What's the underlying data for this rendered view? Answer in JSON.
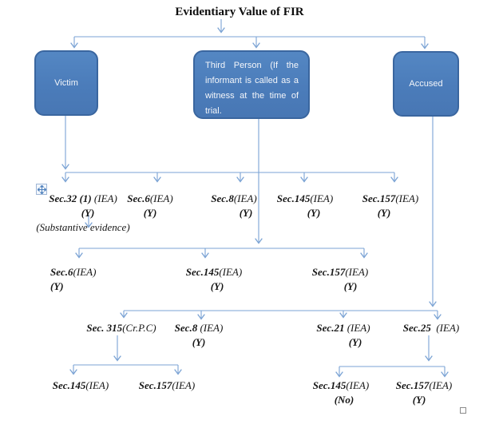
{
  "title": "Evidentiary Value of FIR",
  "boxes": {
    "victim": "Victim",
    "third_person": "Third Person (If the informant is called as a witness at the time of trial.",
    "accused": "Accused"
  },
  "victim_row": [
    {
      "sec": "Sec.32 (1)",
      "ref": " (IEA)",
      "result": "(Y)",
      "note": "(Substantive evidence)"
    },
    {
      "sec": "Sec.6",
      "ref": "(IEA)",
      "result": "(Y)"
    },
    {
      "sec": "Sec.8",
      "ref": "(IEA)",
      "result": "(Y)"
    },
    {
      "sec": "Sec.145",
      "ref": "(IEA)",
      "result": "(Y)"
    },
    {
      "sec": "Sec.157",
      "ref": "(IEA)",
      "result": "(Y)"
    }
  ],
  "third_person_row": [
    {
      "sec": "Sec.6",
      "ref": "(IEA)",
      "result": "(Y)"
    },
    {
      "sec": "Sec.145",
      "ref": "(IEA)",
      "result": "(Y)"
    },
    {
      "sec": "Sec.157",
      "ref": "(IEA)",
      "result": "(Y)"
    }
  ],
  "accused_row": [
    {
      "sec": "Sec. 315",
      "ref": "(Cr.P.C)"
    },
    {
      "sec": "Sec.8",
      "ref": " (IEA)",
      "result": "(Y)"
    },
    {
      "sec": "Sec.21",
      "ref": " (IEA)",
      "result": "(Y)"
    },
    {
      "sec": "Sec.25",
      "ref": "  (IEA)"
    }
  ],
  "sec315_row": [
    {
      "sec": "Sec.145",
      "ref": "(IEA)"
    },
    {
      "sec": "Sec.157",
      "ref": "(IEA)"
    }
  ],
  "sec25_row": [
    {
      "sec": "Sec.145",
      "ref": "(IEA)",
      "result": "(No)"
    },
    {
      "sec": "Sec.157",
      "ref": "(IEA)",
      "result": "(Y)"
    }
  ],
  "icons": {
    "move_handle": "move-cross-arrows",
    "resize_handle": "small-square"
  },
  "colors": {
    "box_fill": "#4b7cba",
    "box_border": "#3a669f",
    "connector": "#7ba3d4",
    "text": "#161616",
    "box_text": "#f4f6fa"
  }
}
